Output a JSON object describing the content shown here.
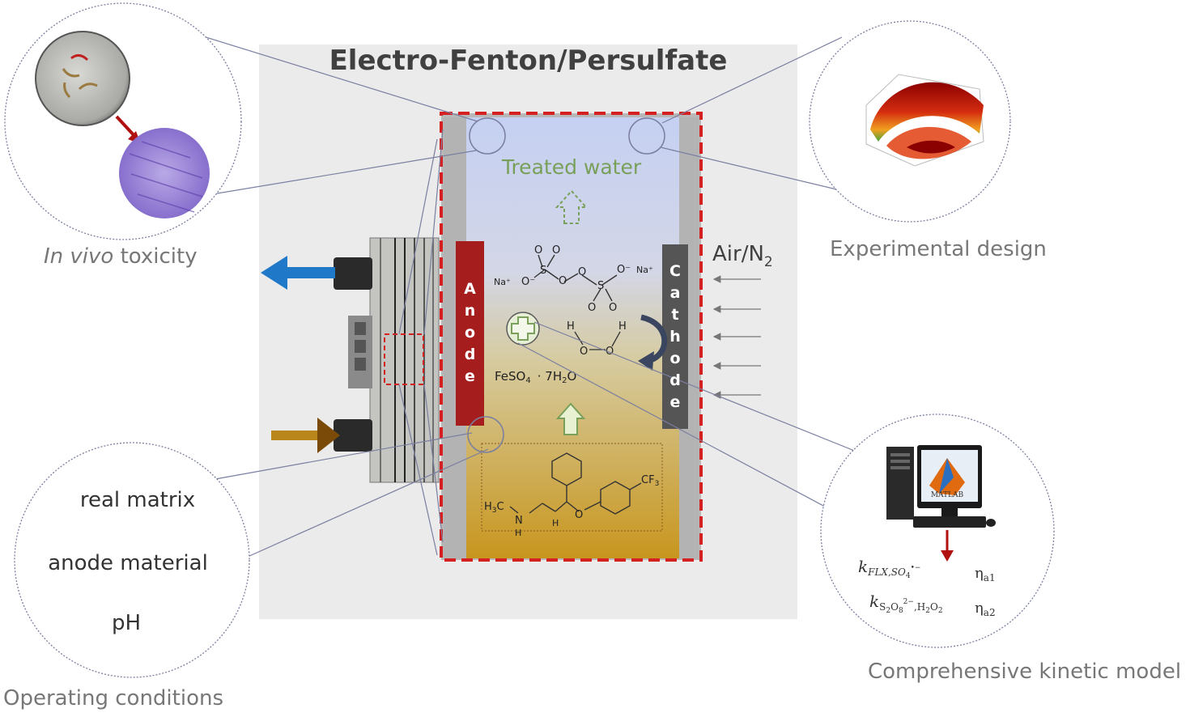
{
  "title": "Electro-Fenton/Persulfate",
  "cell": {
    "treated_water": "Treated water",
    "anode_letters": [
      "A",
      "n",
      "o",
      "d",
      "e"
    ],
    "cathode_letters": [
      "C",
      "a",
      "t",
      "h",
      "o",
      "d",
      "e"
    ],
    "gas_label": "Air/N",
    "gas_sub": "2",
    "reagent": "FeSO",
    "reagent_sub": "4",
    "reagent_hydrate": "· 7H",
    "reagent_hydrate_sub": "2",
    "reagent_tail": "O",
    "persulfate_counterion": "Na⁺",
    "persulfate_o_minus": "O⁻",
    "cf3": "CF",
    "cf3_sub": "3",
    "h3c": "H",
    "h3c_sub": "3",
    "h3c_tail": "C",
    "nh": "N",
    "h": "H",
    "o": "O",
    "s": "S"
  },
  "labels": {
    "in_vivo_italic": "In vivo",
    "in_vivo_rest": " toxicity",
    "experimental_design": "Experimental design",
    "kinetic_model": "Comprehensive kinetic model",
    "operating_conditions": "Operating conditions"
  },
  "operating_conditions": [
    "real matrix",
    "anode material",
    "pH"
  ],
  "kinetic": {
    "matlab": "MATLAB",
    "k1": "k",
    "k1_sub": "FLX,SO",
    "k1_sub2": "4",
    "k1_sup": "•−",
    "k2": "k",
    "k2_sub": "S",
    "k2_sub_2": "2",
    "k2_sub_O": "O",
    "k2_sub_8": "8",
    "k2_sup": "2−",
    "k2_sub_rest": ",H",
    "k2_sub_h2": "2",
    "k2_sub_o": "O",
    "k2_sub_o2": "2",
    "eta1": "η",
    "eta1_sub": "a1",
    "eta2": "η",
    "eta2_sub": "a2"
  },
  "colors": {
    "frame_dash": "#d42020",
    "anode": "#a51d1d",
    "cathode": "#555555",
    "water_top": "#c3cff0",
    "water_bottom": "#c99820",
    "treated_water_text": "#79a05a",
    "outlet_arrow": "#1f78c8",
    "inlet_arrow": "#b8861a",
    "background_panel": "#ebebeb"
  }
}
